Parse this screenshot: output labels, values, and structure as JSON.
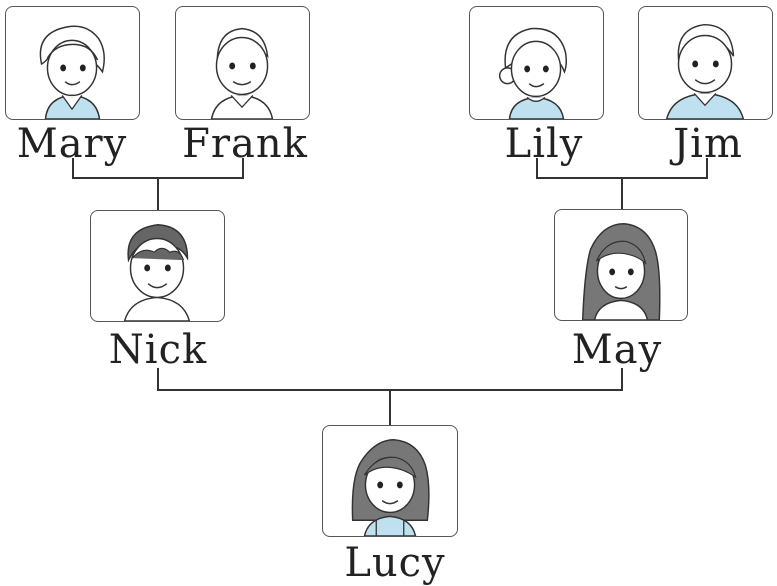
{
  "people": {
    "mary": "Mary",
    "frank": "Frank",
    "lily": "Lily",
    "jim": "Jim",
    "nick": "Nick",
    "may": "May",
    "lucy": "Lucy"
  },
  "colors": {
    "line": "#333333",
    "frame": "#555555",
    "shirt": "#bfe0ef"
  }
}
